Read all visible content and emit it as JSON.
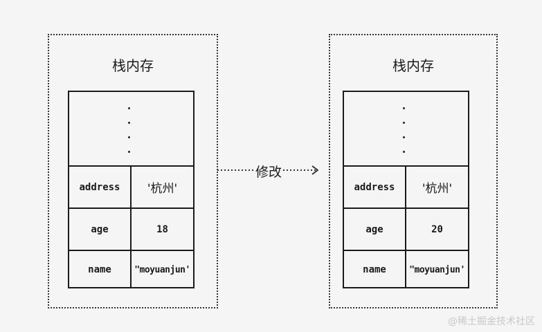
{
  "panels": [
    {
      "title": "栈内存",
      "rows": [
        {
          "key": "address",
          "value": "'杭州'"
        },
        {
          "key": "age",
          "value": "18"
        },
        {
          "key": "name",
          "value": "\"moyuanjun'"
        }
      ]
    },
    {
      "title": "栈内存",
      "rows": [
        {
          "key": "address",
          "value": "'杭州'"
        },
        {
          "key": "age",
          "value": "20"
        },
        {
          "key": "name",
          "value": "\"moyuanjun'"
        }
      ]
    }
  ],
  "arrow_label": "修改",
  "watermark": "@稀土掘金技术社区"
}
